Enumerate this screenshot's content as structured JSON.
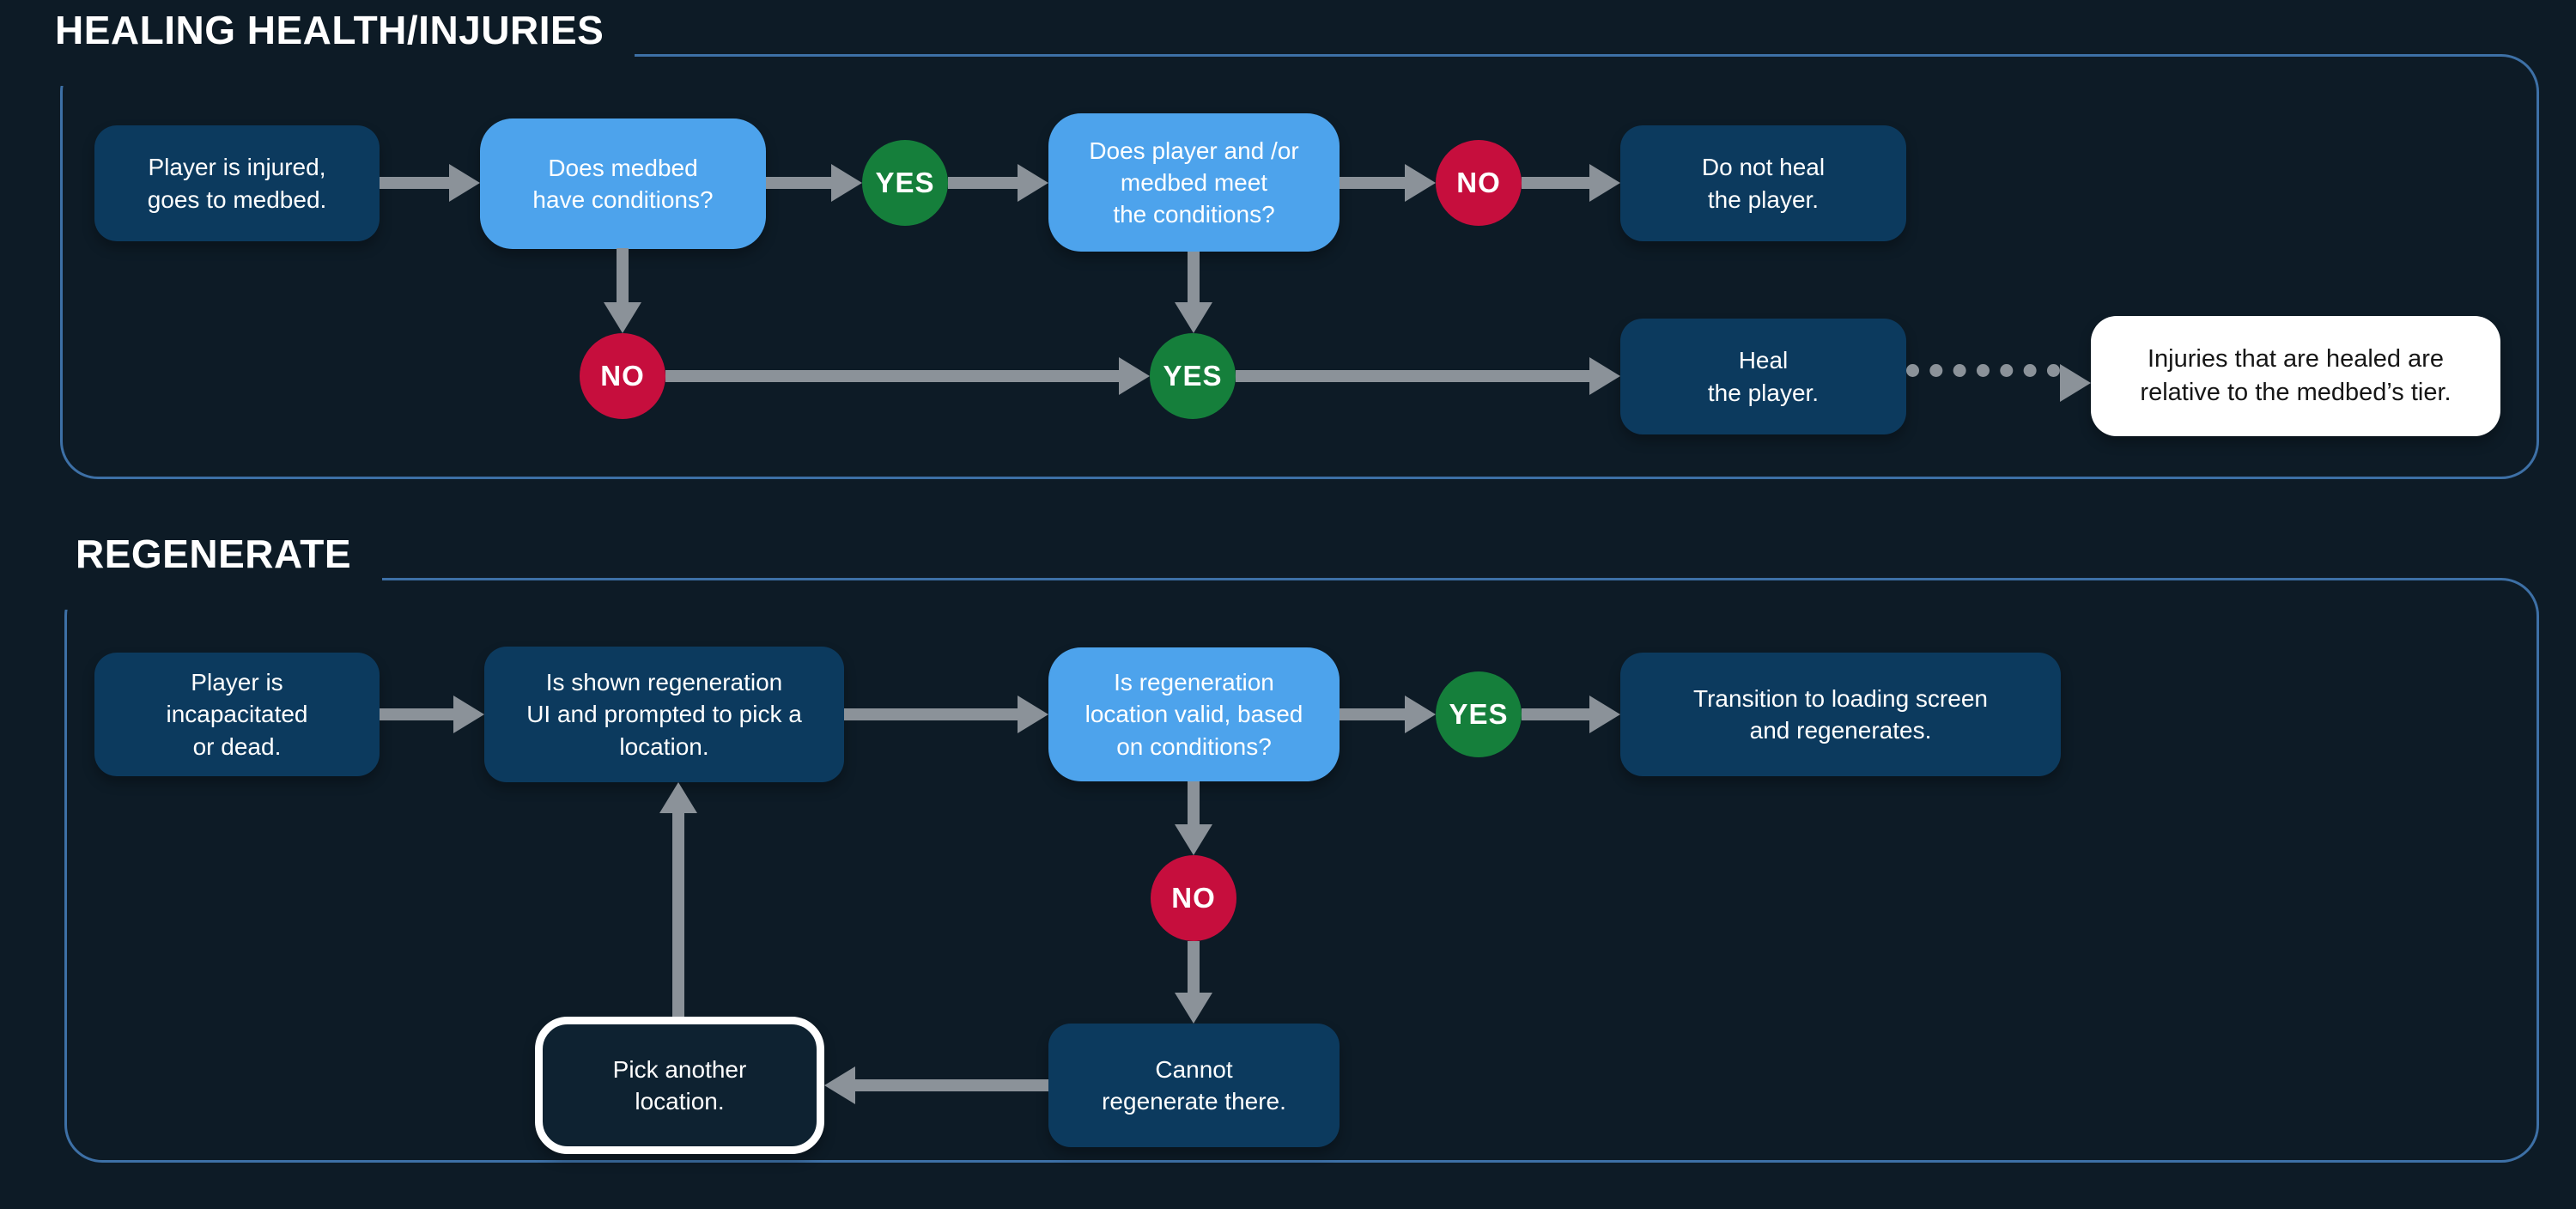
{
  "canvas": {
    "bg": "#0d1b26"
  },
  "colors": {
    "box_navy": "#0c3a5e",
    "box_blue": "#4da3ec",
    "badge_yes": "#157f3b",
    "badge_no": "#c60e3d",
    "arrow": "#8b9299",
    "frame_border": "#3d70a6",
    "note_bg": "#ffffff",
    "note_text": "#161616"
  },
  "healing": {
    "title": "HEALING HEALTH/INJURIES",
    "nodes": {
      "start": "Player is injured,\ngoes to medbed.",
      "medbed_conditions": "Does medbed\nhave conditions?",
      "yes_1": "YES",
      "meet_conditions": "Does player and /or\nmedbed meet\nthe conditions?",
      "no_1": "NO",
      "do_not_heal": "Do not heal\nthe player.",
      "no_2": "NO",
      "yes_2": "YES",
      "heal": "Heal\nthe player.",
      "note": "Injuries that are healed are\nrelative to the medbed’s tier."
    }
  },
  "regenerate": {
    "title": "REGENERATE",
    "nodes": {
      "start": "Player is\nincapacitated\nor dead.",
      "show_ui": "Is shown regeneration\nUI and prompted to pick a\nlocation.",
      "location_valid": "Is regeneration\nlocation valid, based\non conditions?",
      "yes": "YES",
      "transition": "Transition to loading screen\nand regenerates.",
      "no": "NO",
      "cannot_regenerate": "Cannot\nregenerate there.",
      "pick_another": "Pick another\nlocation."
    }
  }
}
